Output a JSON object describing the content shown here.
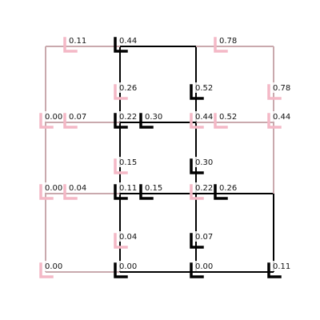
{
  "colors": {
    "background": "#ffffff",
    "pink_edge": "#c9a9ad",
    "black_edge": "#000000",
    "pink_marker": "#f4b8c6",
    "black_marker": "#000000",
    "text": "#111111"
  },
  "nodes": [
    {
      "id": "n-0-0",
      "label": "0.00",
      "color": "pink"
    },
    {
      "id": "n-1-0",
      "label": "0.00",
      "color": "black"
    },
    {
      "id": "n-2-0",
      "label": "0.00",
      "color": "black"
    },
    {
      "id": "n-3-0",
      "label": "0.11",
      "color": "black"
    },
    {
      "id": "n-0-1",
      "label": "0.00",
      "color": "pink"
    },
    {
      "id": "n-05-1",
      "label": "0.04",
      "color": "pink"
    },
    {
      "id": "n-1-1",
      "label": "0.11",
      "color": "black"
    },
    {
      "id": "n-15-1",
      "label": "0.15",
      "color": "black"
    },
    {
      "id": "n-2-1",
      "label": "0.22",
      "color": "pink"
    },
    {
      "id": "n-25-1",
      "label": "0.26",
      "color": "black"
    },
    {
      "id": "n-0-2",
      "label": "0.00",
      "color": "pink"
    },
    {
      "id": "n-05-2",
      "label": "0.07",
      "color": "pink"
    },
    {
      "id": "n-1-2",
      "label": "0.22",
      "color": "black"
    },
    {
      "id": "n-15-2",
      "label": "0.30",
      "color": "black"
    },
    {
      "id": "n-2-2",
      "label": "0.44",
      "color": "pink"
    },
    {
      "id": "n-25-2",
      "label": "0.52",
      "color": "pink"
    },
    {
      "id": "n-3-2",
      "label": "0.44",
      "color": "pink"
    },
    {
      "id": "n-05-3",
      "label": "0.11",
      "color": "pink"
    },
    {
      "id": "n-1-3",
      "label": "0.44",
      "color": "black"
    },
    {
      "id": "n-25-3",
      "label": "0.78",
      "color": "pink"
    },
    {
      "id": "n-1-05",
      "label": "0.04",
      "color": "pink"
    },
    {
      "id": "n-2-05",
      "label": "0.07",
      "color": "black"
    },
    {
      "id": "n-1-15",
      "label": "0.15",
      "color": "pink"
    },
    {
      "id": "n-2-15",
      "label": "0.30",
      "color": "black"
    },
    {
      "id": "n-1-25",
      "label": "0.26",
      "color": "pink"
    },
    {
      "id": "n-2-25",
      "label": "0.52",
      "color": "black"
    },
    {
      "id": "n-3-25",
      "label": "0.78",
      "color": "pink"
    }
  ],
  "edges": [
    {
      "from": "n-0-0",
      "to": "n-1-0",
      "color": "pink"
    },
    {
      "from": "n-1-0",
      "to": "n-2-0",
      "color": "black"
    },
    {
      "from": "n-2-0",
      "to": "n-3-0",
      "color": "black"
    },
    {
      "from": "n-0-0",
      "to": "n-0-1",
      "color": "pink"
    },
    {
      "from": "n-1-0",
      "to": "n-1-05",
      "color": "black"
    },
    {
      "from": "n-1-05",
      "to": "n-1-1",
      "color": "black"
    },
    {
      "from": "n-2-0",
      "to": "n-2-05",
      "color": "black"
    },
    {
      "from": "n-2-05",
      "to": "n-2-1",
      "color": "black"
    },
    {
      "from": "n-3-0",
      "to": "n-3-1",
      "color": "black"
    },
    {
      "from": "n-0-1",
      "to": "n-05-1",
      "color": "pink"
    },
    {
      "from": "n-05-1",
      "to": "n-1-1",
      "color": "pink"
    },
    {
      "from": "n-1-1",
      "to": "n-15-1",
      "color": "black"
    },
    {
      "from": "n-15-1",
      "to": "n-2-1",
      "color": "black"
    },
    {
      "from": "n-2-1",
      "to": "n-25-1",
      "color": "black"
    },
    {
      "from": "n-25-1",
      "to": "n-3-1",
      "color": "black"
    },
    {
      "from": "n-0-1",
      "to": "n-0-2",
      "color": "pink"
    },
    {
      "from": "n-1-1",
      "to": "n-1-15",
      "color": "black"
    },
    {
      "from": "n-1-15",
      "to": "n-1-2",
      "color": "black"
    },
    {
      "from": "n-2-1",
      "to": "n-2-15",
      "color": "black"
    },
    {
      "from": "n-2-15",
      "to": "n-2-2",
      "color": "black"
    },
    {
      "from": "n-3-1",
      "to": "n-3-2",
      "color": "pink"
    },
    {
      "from": "n-0-2",
      "to": "n-05-2",
      "color": "pink"
    },
    {
      "from": "n-05-2",
      "to": "n-1-2",
      "color": "pink"
    },
    {
      "from": "n-1-2",
      "to": "n-15-2",
      "color": "black"
    },
    {
      "from": "n-15-2",
      "to": "n-2-2",
      "color": "black"
    },
    {
      "from": "n-2-2",
      "to": "n-25-2",
      "color": "pink"
    },
    {
      "from": "n-25-2",
      "to": "n-3-2",
      "color": "pink"
    },
    {
      "from": "n-0-2",
      "to": "n-0-3",
      "color": "pink"
    },
    {
      "from": "n-1-2",
      "to": "n-1-25",
      "color": "black"
    },
    {
      "from": "n-1-25",
      "to": "n-1-3",
      "color": "black"
    },
    {
      "from": "n-2-2",
      "to": "n-2-25",
      "color": "black"
    },
    {
      "from": "n-2-25",
      "to": "n-2-3",
      "color": "black"
    },
    {
      "from": "n-3-2",
      "to": "n-3-25",
      "color": "pink"
    },
    {
      "from": "n-3-25",
      "to": "n-3-3",
      "color": "pink"
    },
    {
      "from": "n-0-3",
      "to": "n-05-3",
      "color": "pink"
    },
    {
      "from": "n-05-3",
      "to": "n-1-3",
      "color": "pink"
    },
    {
      "from": "n-1-3",
      "to": "n-2-3",
      "color": "black"
    },
    {
      "from": "n-2-3",
      "to": "n-25-3",
      "color": "pink"
    },
    {
      "from": "n-25-3",
      "to": "n-3-3",
      "color": "pink"
    }
  ]
}
